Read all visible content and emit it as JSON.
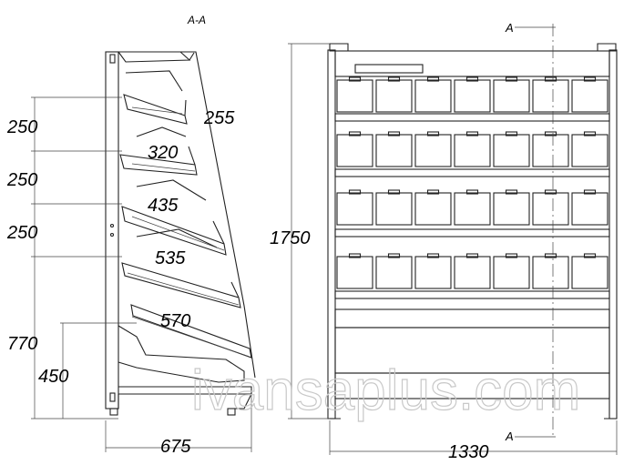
{
  "section_label": "A-A",
  "section_marker": "A",
  "side_view": {
    "shelf_spacing": [
      "250",
      "250",
      "250"
    ],
    "lower_height": "770",
    "base_shelf_height": "450",
    "shelf_depths": [
      "255",
      "320",
      "435",
      "535",
      "570"
    ],
    "overall_depth": "675"
  },
  "front_view": {
    "overall_height": "1750",
    "overall_width": "1330"
  },
  "watermark": "ivansaplus.com"
}
